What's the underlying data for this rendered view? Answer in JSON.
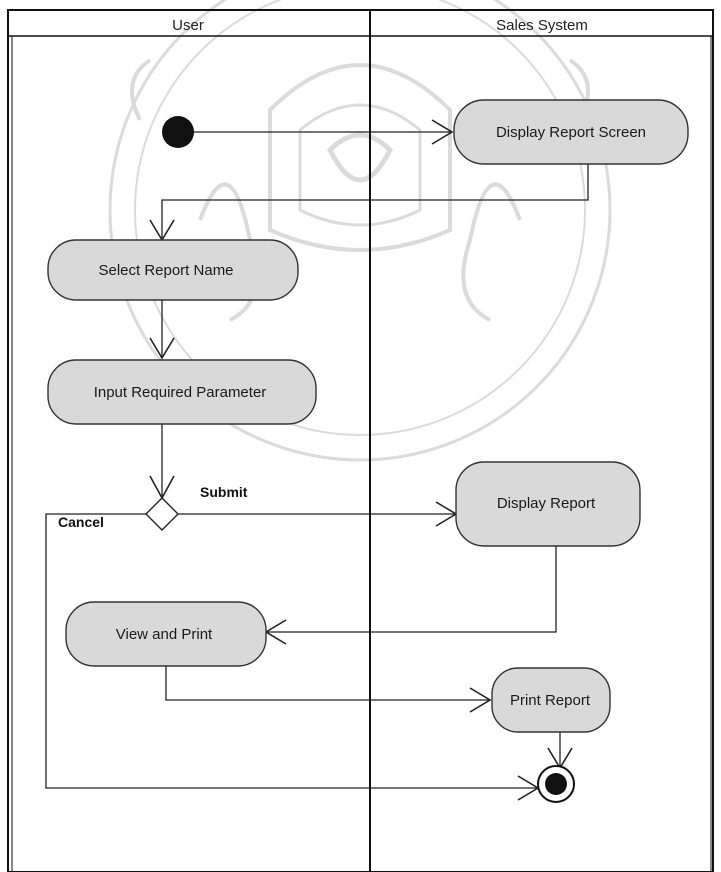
{
  "lanes": {
    "user": "User",
    "sales_system": "Sales System"
  },
  "actions": {
    "display_report_screen": "Display Report Screen",
    "select_report_name": "Select Report Name",
    "input_required_parameter": "Input Required Parameter",
    "display_report": "Display Report",
    "view_and_print": "View and Print",
    "print_report": "Print Report"
  },
  "guards": {
    "submit": "Submit",
    "cancel": "Cancel"
  },
  "colors": {
    "action_fill": "#d9d9d9",
    "line": "#222222",
    "watermark": "#c8c8c8"
  }
}
